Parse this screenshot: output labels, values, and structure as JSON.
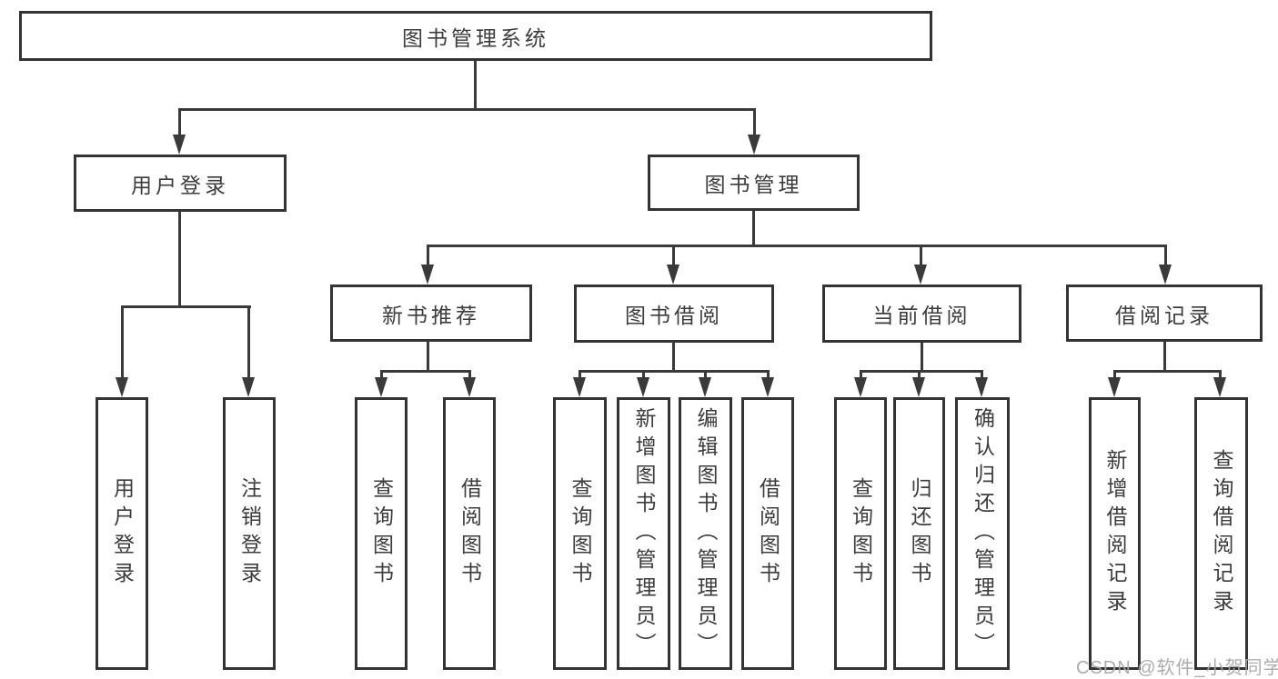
{
  "colors": {
    "line": "#3a3a3a",
    "box_border": "#333333",
    "box_fill": "#ffffff",
    "text": "#3c3c3c",
    "watermark": "#a8a8a8",
    "background": "#ffffff"
  },
  "root": {
    "label": "图书管理系统"
  },
  "branches": {
    "user_login": {
      "label": "用户登录",
      "children": [
        "用户登录",
        "注销登录"
      ]
    },
    "book_management": {
      "label": "图书管理",
      "sections": {
        "new_books": {
          "label": "新书推荐",
          "children": [
            "查询图书",
            "借阅图书"
          ]
        },
        "book_borrowing": {
          "label": "图书借阅",
          "children": [
            "查询图书",
            "新增图书（管理员）",
            "编辑图书（管理员）",
            "借阅图书"
          ]
        },
        "current_borrowing": {
          "label": "当前借阅",
          "children": [
            "查询图书",
            "归还图书",
            "确认归还（管理员）"
          ]
        },
        "borrowing_records": {
          "label": "借阅记录",
          "children": [
            "新增借阅记录",
            "查询借阅记录"
          ]
        }
      }
    }
  },
  "watermark": "CSDN @软件_小贺同学"
}
